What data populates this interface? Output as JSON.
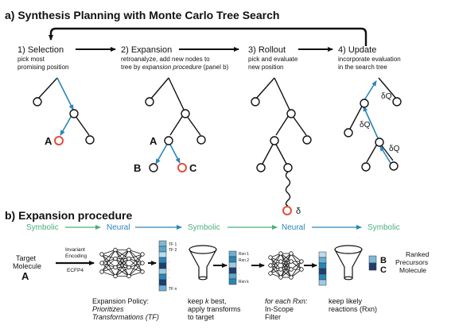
{
  "section_a": {
    "title": "a) Synthesis Planning with Monte Carlo Tree Search",
    "steps": [
      {
        "title": "1) Selection",
        "desc": [
          "pick most",
          "promising position"
        ]
      },
      {
        "title": "2) Expansion",
        "desc": [
          "retroanalyze, add new nodes to",
          "tree by "
        ],
        "desc_italic": "expansion procedure",
        "desc_tail": " (panel b)"
      },
      {
        "title": "3) Rollout",
        "desc": [
          "pick and evaluate",
          "new position"
        ]
      },
      {
        "title": "4) Update",
        "desc": [
          "incorporate evaluation",
          "in the search tree"
        ]
      }
    ],
    "node_labels": {
      "a": "A",
      "b": "B",
      "c": "C",
      "delta": "δ"
    },
    "dq": [
      "δQ",
      "δQ",
      "δQ"
    ]
  },
  "section_b": {
    "title": "b) Expansion procedure",
    "bands": [
      "Symbolic",
      "Neural",
      "Symbolic",
      "Neural",
      "Symbolic"
    ],
    "target": {
      "line1": "Target",
      "line2": "Molecule",
      "letter": "A"
    },
    "encoding": {
      "line1": "Invariant",
      "line2": "Encoding",
      "line3": "ECFP4"
    },
    "tf_labels": [
      "TF 1",
      "TF 2",
      ".",
      ".",
      ".",
      "TF n"
    ],
    "rxn_labels": [
      "Rxn 1",
      "Rxn 2",
      ".",
      ".",
      "Rxn k"
    ],
    "captions": {
      "policy": [
        "Expansion Policy:"
      ],
      "policy_it": [
        "Prioritizes",
        "Transformations (TF)"
      ],
      "keep1_pre": "keep ",
      "keep1_k": "k",
      "keep1_post": " best,",
      "keep1_rest": [
        "apply transforms",
        "to target"
      ],
      "filter_it": "for each Rxn:",
      "filter": [
        "In-Scope",
        "Filter"
      ],
      "keep2": [
        "keep likely",
        "reactions (Rxn)"
      ]
    },
    "output": {
      "b": "B",
      "c": "C",
      "label": [
        "Ranked",
        "Precursors",
        "Molecule"
      ]
    }
  },
  "colors": {
    "blue": "#2a86b8",
    "red": "#e0503c",
    "green": "#4caf7c",
    "dark_cell": "#1f3f6e"
  }
}
